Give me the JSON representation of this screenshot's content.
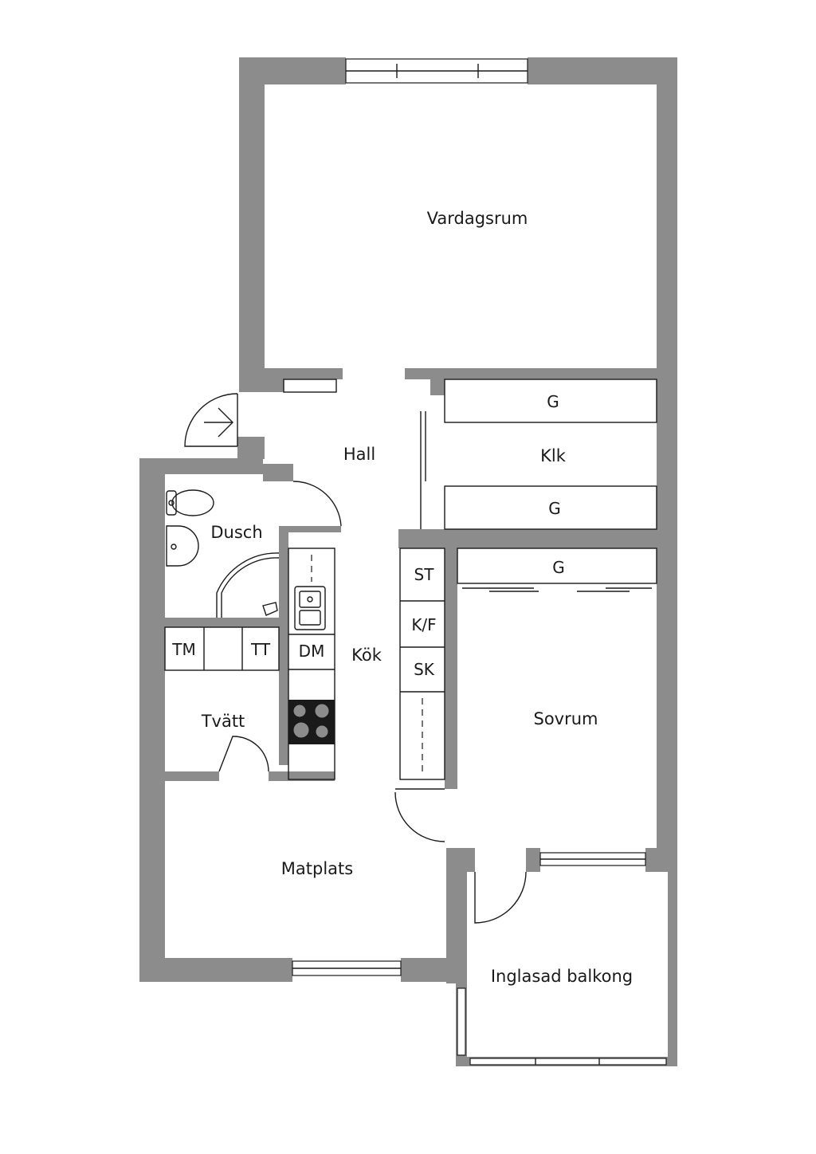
{
  "rooms": {
    "vardagsrum": "Vardagsrum",
    "hall": "Hall",
    "klk": "Klk",
    "dusch": "Dusch",
    "kok": "Kök",
    "tvatt": "Tvätt",
    "sovrum": "Sovrum",
    "matplats": "Matplats",
    "balkong": "Inglasad balkong"
  },
  "fixtures": {
    "g1": "G",
    "g2": "G",
    "g3": "G",
    "st": "ST",
    "kf": "K/F",
    "sk": "SK",
    "tm": "TM",
    "tt": "TT",
    "dm": "DM"
  },
  "colors": {
    "wall": "#8c8c8c",
    "line": "#1a1a1a",
    "background": "#ffffff"
  }
}
